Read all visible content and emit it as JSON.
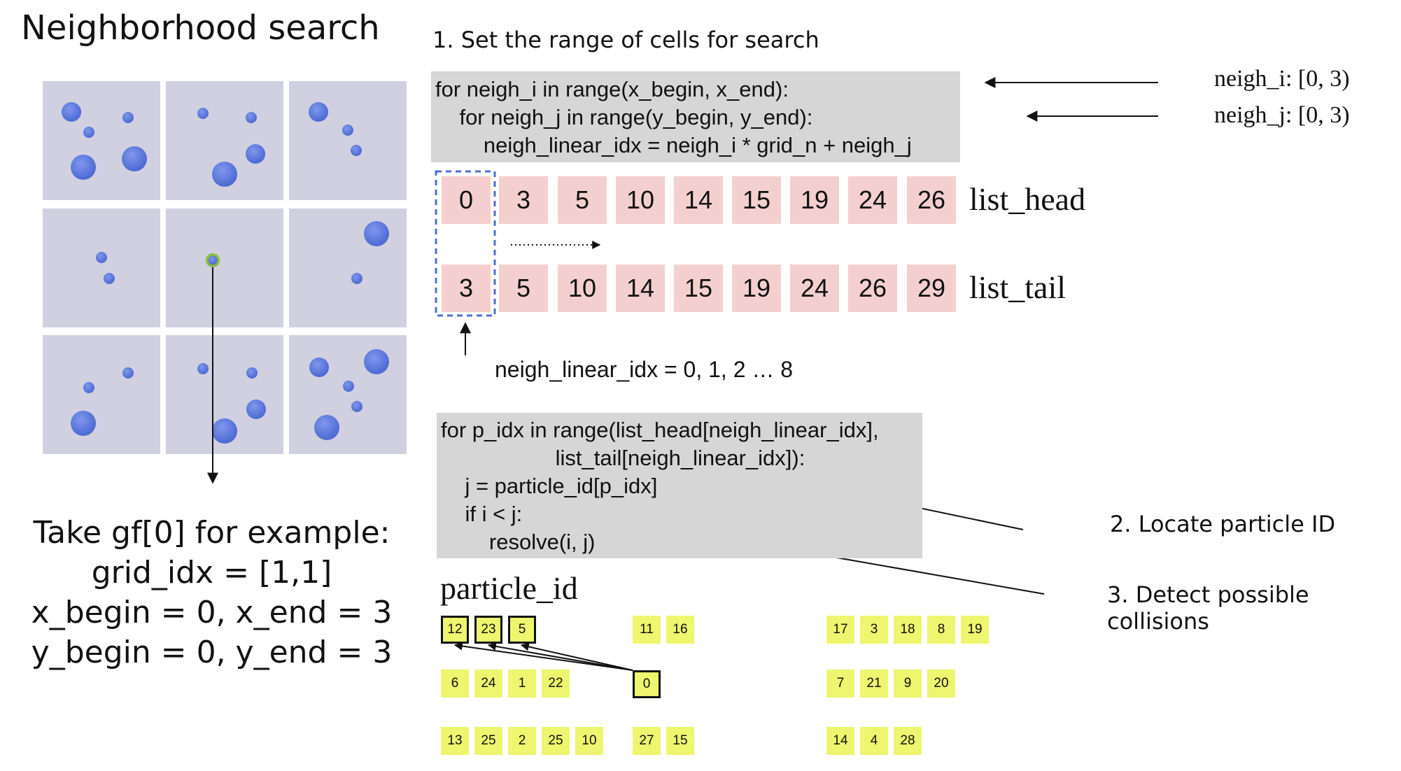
{
  "title": "Neighborhood search",
  "step1": "1. Set the range of cells for search",
  "step2": "2. Locate particle ID",
  "step3": "3. Detect possible collisions",
  "code_block_1": [
    "for neigh_i in range(x_begin, x_end):",
    "    for neigh_j in range(y_begin, y_end):",
    "        neigh_linear_idx = neigh_i * grid_n + neigh_j"
  ],
  "range_labels": [
    "neigh_i: [0, 3)",
    "neigh_j: [0, 3)"
  ],
  "list_head": {
    "label": "list_head",
    "values": [
      "0",
      "3",
      "5",
      "10",
      "14",
      "15",
      "19",
      "24",
      "26"
    ]
  },
  "list_tail": {
    "label": "list_tail",
    "values": [
      "3",
      "5",
      "10",
      "14",
      "15",
      "19",
      "24",
      "26",
      "29"
    ]
  },
  "linear_idx_caption": "neigh_linear_idx = 0, 1, 2 … 8",
  "code_block_2": [
    "for p_idx in range(list_head[neigh_linear_idx],",
    "                   list_tail[neigh_linear_idx]):",
    "    j = particle_id[p_idx]",
    "    if i < j:",
    "        resolve(i, j)"
  ],
  "particle_id_label": "particle_id",
  "particle_ids": {
    "group_1": [
      [
        "12",
        "23",
        "5"
      ],
      [
        "6",
        "24",
        "1",
        "22"
      ],
      [
        "13",
        "25",
        "2",
        "25",
        "10"
      ]
    ],
    "group_2": [
      [
        "11",
        "16"
      ],
      [
        "0"
      ],
      [
        "27",
        "15"
      ]
    ],
    "group_3": [
      [
        "17",
        "3",
        "18",
        "8",
        "19"
      ],
      [
        "7",
        "21",
        "9",
        "20"
      ],
      [
        "14",
        "4",
        "28"
      ]
    ]
  },
  "example": [
    "Take gf[0] for example:",
    "grid_idx = [1,1]",
    "x_begin = 0, x_end = 3",
    "y_begin = 0, y_end = 3"
  ],
  "colors": {
    "cell_bg": "#d0d0e0",
    "particle": "#5a78dc",
    "code_bg": "#d6d6d6",
    "list_cell": "#f3d0cf",
    "particle_id_cell": "#eef56f",
    "selection_dash": "#4d6fd1",
    "highlight_ring": "#8cbf3a"
  }
}
